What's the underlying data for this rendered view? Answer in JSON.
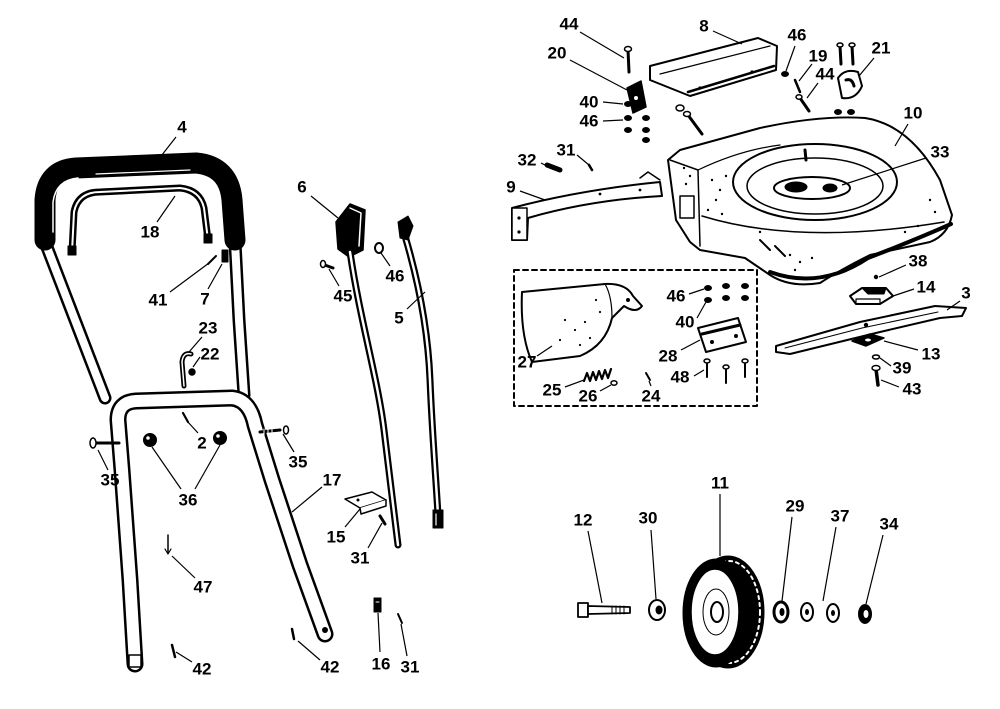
{
  "callouts": {
    "handle": [
      "4",
      "18",
      "41",
      "7",
      "23",
      "22",
      "2",
      "35",
      "35",
      "36",
      "17",
      "47",
      "42",
      "42"
    ],
    "controls": [
      "6",
      "46",
      "45",
      "5",
      "15",
      "31",
      "16",
      "31"
    ],
    "deck": [
      "44",
      "8",
      "46",
      "19",
      "21",
      "20",
      "44",
      "40",
      "46",
      "10",
      "33",
      "31",
      "32",
      "9"
    ],
    "bag_kit": [
      "46",
      "40",
      "27",
      "28",
      "48",
      "25",
      "26",
      "24"
    ],
    "blade": [
      "38",
      "14",
      "3",
      "13",
      "39",
      "43"
    ],
    "wheel": [
      "11",
      "12",
      "30",
      "29",
      "37",
      "34"
    ]
  }
}
